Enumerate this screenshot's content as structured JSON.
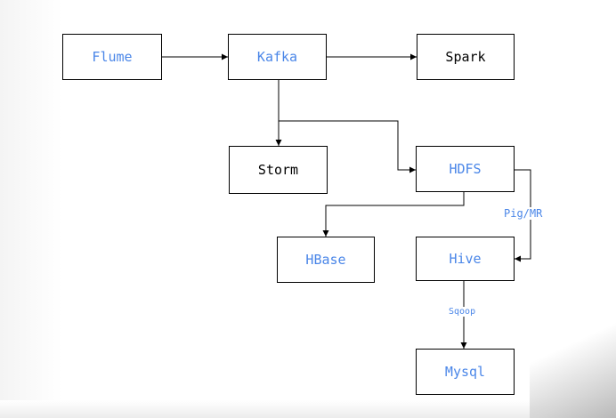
{
  "nodes": {
    "flume": "Flume",
    "kafka": "Kafka",
    "spark": "Spark",
    "storm": "Storm",
    "hdfs": "HDFS",
    "hbase": "HBase",
    "hive": "Hive",
    "mysql": "Mysql"
  },
  "edge_labels": {
    "hdfs_to_hive": "Pig/MR",
    "hive_to_mysql": "Sqoop"
  },
  "colors": {
    "blue_text": "#4a86e8",
    "black_text": "#000000",
    "line": "#000000"
  }
}
